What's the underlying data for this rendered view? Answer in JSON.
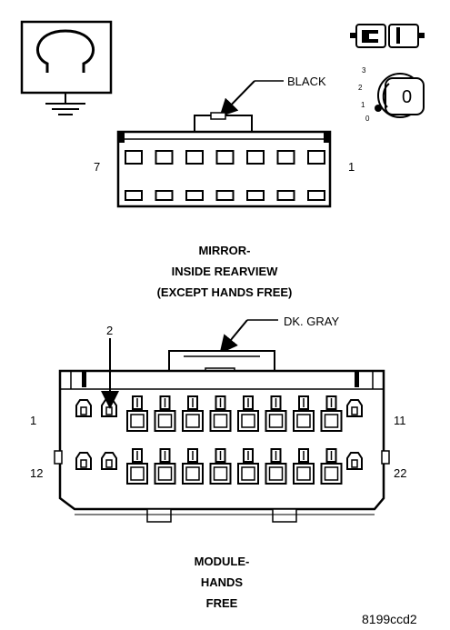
{
  "ground_symbol": {
    "icon": "ohm-ground-icon",
    "glyph": "Ω"
  },
  "key_switch": {
    "icon": "ignition-key-icon",
    "positions": [
      "3",
      "2",
      "1",
      "0"
    ],
    "key_label": "0"
  },
  "mirror_connector": {
    "color_label": "BLACK",
    "pin_left": "7",
    "pin_right": "1",
    "caption": [
      "MIRROR-",
      "INSIDE REARVIEW",
      "(EXCEPT HANDS FREE)"
    ]
  },
  "module_connector": {
    "color_label": "DK. GRAY",
    "callout": "2",
    "pin_top_left": "1",
    "pin_top_right": "11",
    "pin_bottom_left": "12",
    "pin_bottom_right": "22",
    "caption": [
      "MODULE-",
      "HANDS",
      "FREE"
    ]
  },
  "figure_id": "8199ccd2"
}
